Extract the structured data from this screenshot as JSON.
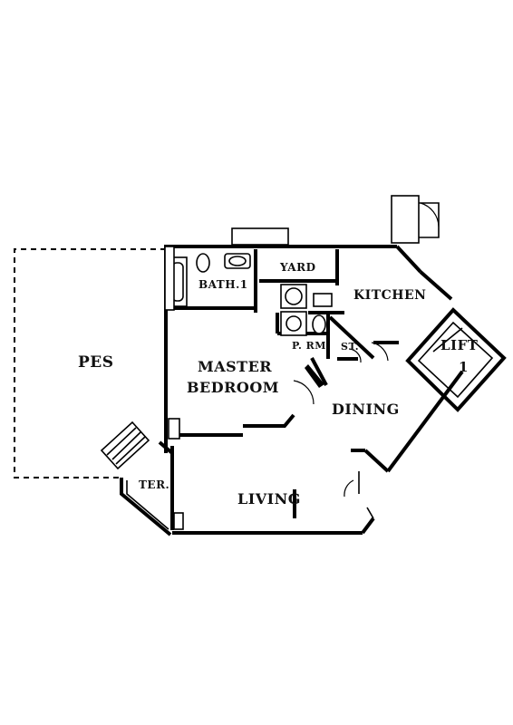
{
  "rooms": {
    "pes": "PES",
    "master_bedroom_line1": "MASTER",
    "master_bedroom_line2": "BEDROOM",
    "bath": "BATH.1",
    "yard": "YARD",
    "kitchen": "KITCHEN",
    "powder_room": "P. RM",
    "store": "ST.",
    "lift_line1": "LIFT",
    "lift_line2": "1",
    "dining": "DINING",
    "living": "LIVING",
    "terrace": "TER."
  }
}
